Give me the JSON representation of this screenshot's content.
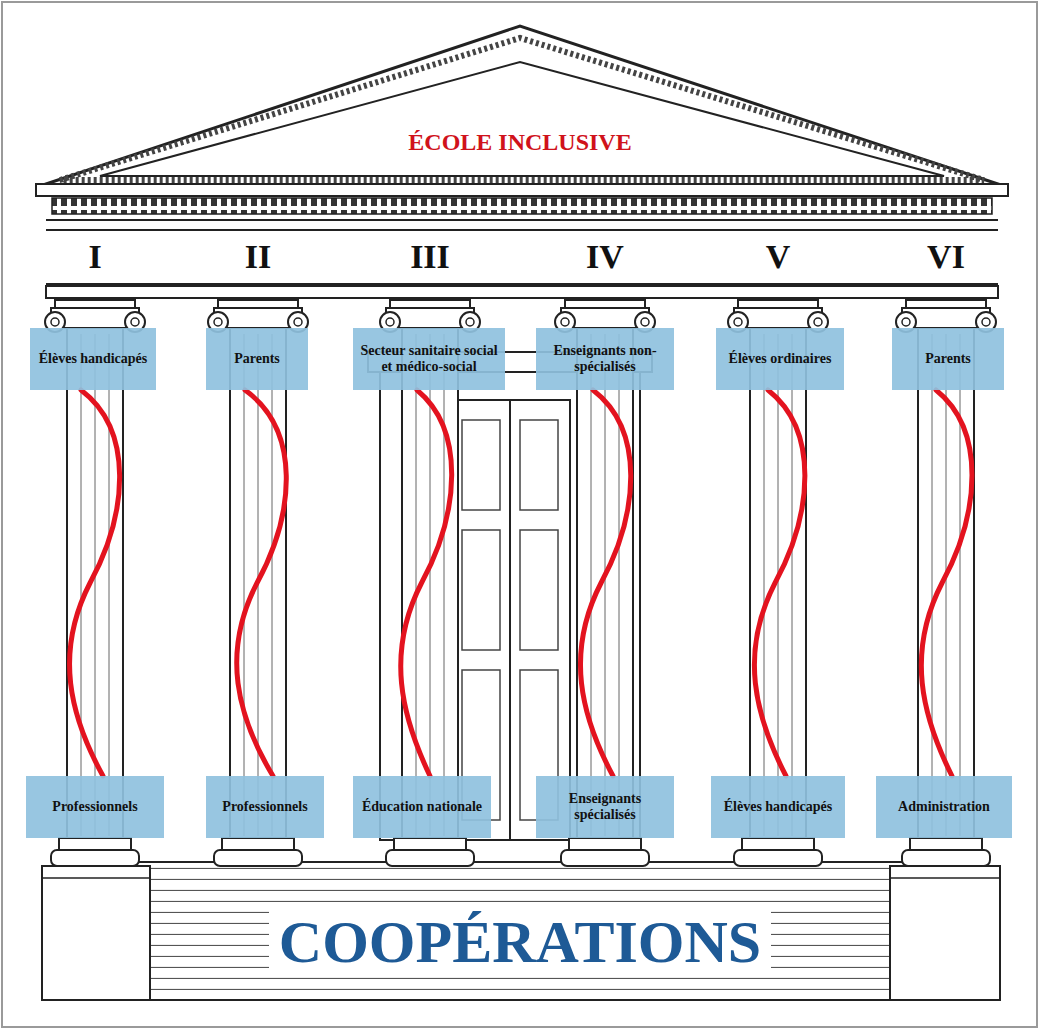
{
  "diagram": {
    "title": "ÉCOLE INCLUSIVE",
    "nodes": [
      {
        "text": [
          "Élèves handicapés"
        ]
      },
      {
        "text": [
          "Parents"
        ]
      },
      {
        "text": [
          "Secteur sanitaire social et médico-social"
        ]
      },
      {
        "text": [
          "Enseignants non-spécialisés"
        ]
      },
      {
        "text": [
          "Élèves ordinaires"
        ]
      },
      {
        "text": [
          "Parents"
        ]
      },
      {
        "text": [
          "Professionnels"
        ]
      },
      {
        "text": [
          "Professionnels"
        ]
      },
      {
        "text": [
          "Éducation nationale"
        ]
      },
      {
        "text": [
          "Enseignants spécialisés"
        ]
      },
      {
        "text": [
          "Élèves handicapés"
        ]
      },
      {
        "text": [
          "Administration"
        ]
      }
    ],
    "edges": [
      {
        "from": 0,
        "to": 6,
        "arrow": "none"
      },
      {
        "from": 1,
        "to": 7,
        "arrow": "none"
      },
      {
        "from": 2,
        "to": 8,
        "arrow": "none"
      },
      {
        "from": 3,
        "to": 9,
        "arrow": "none"
      },
      {
        "from": 4,
        "to": 10,
        "arrow": "none"
      },
      {
        "from": 5,
        "to": 11,
        "arrow": "none"
      }
    ],
    "labels": [
      "I",
      "II",
      "III",
      "IV",
      "V",
      "VI",
      "COOPÉRATIONS"
    ]
  }
}
